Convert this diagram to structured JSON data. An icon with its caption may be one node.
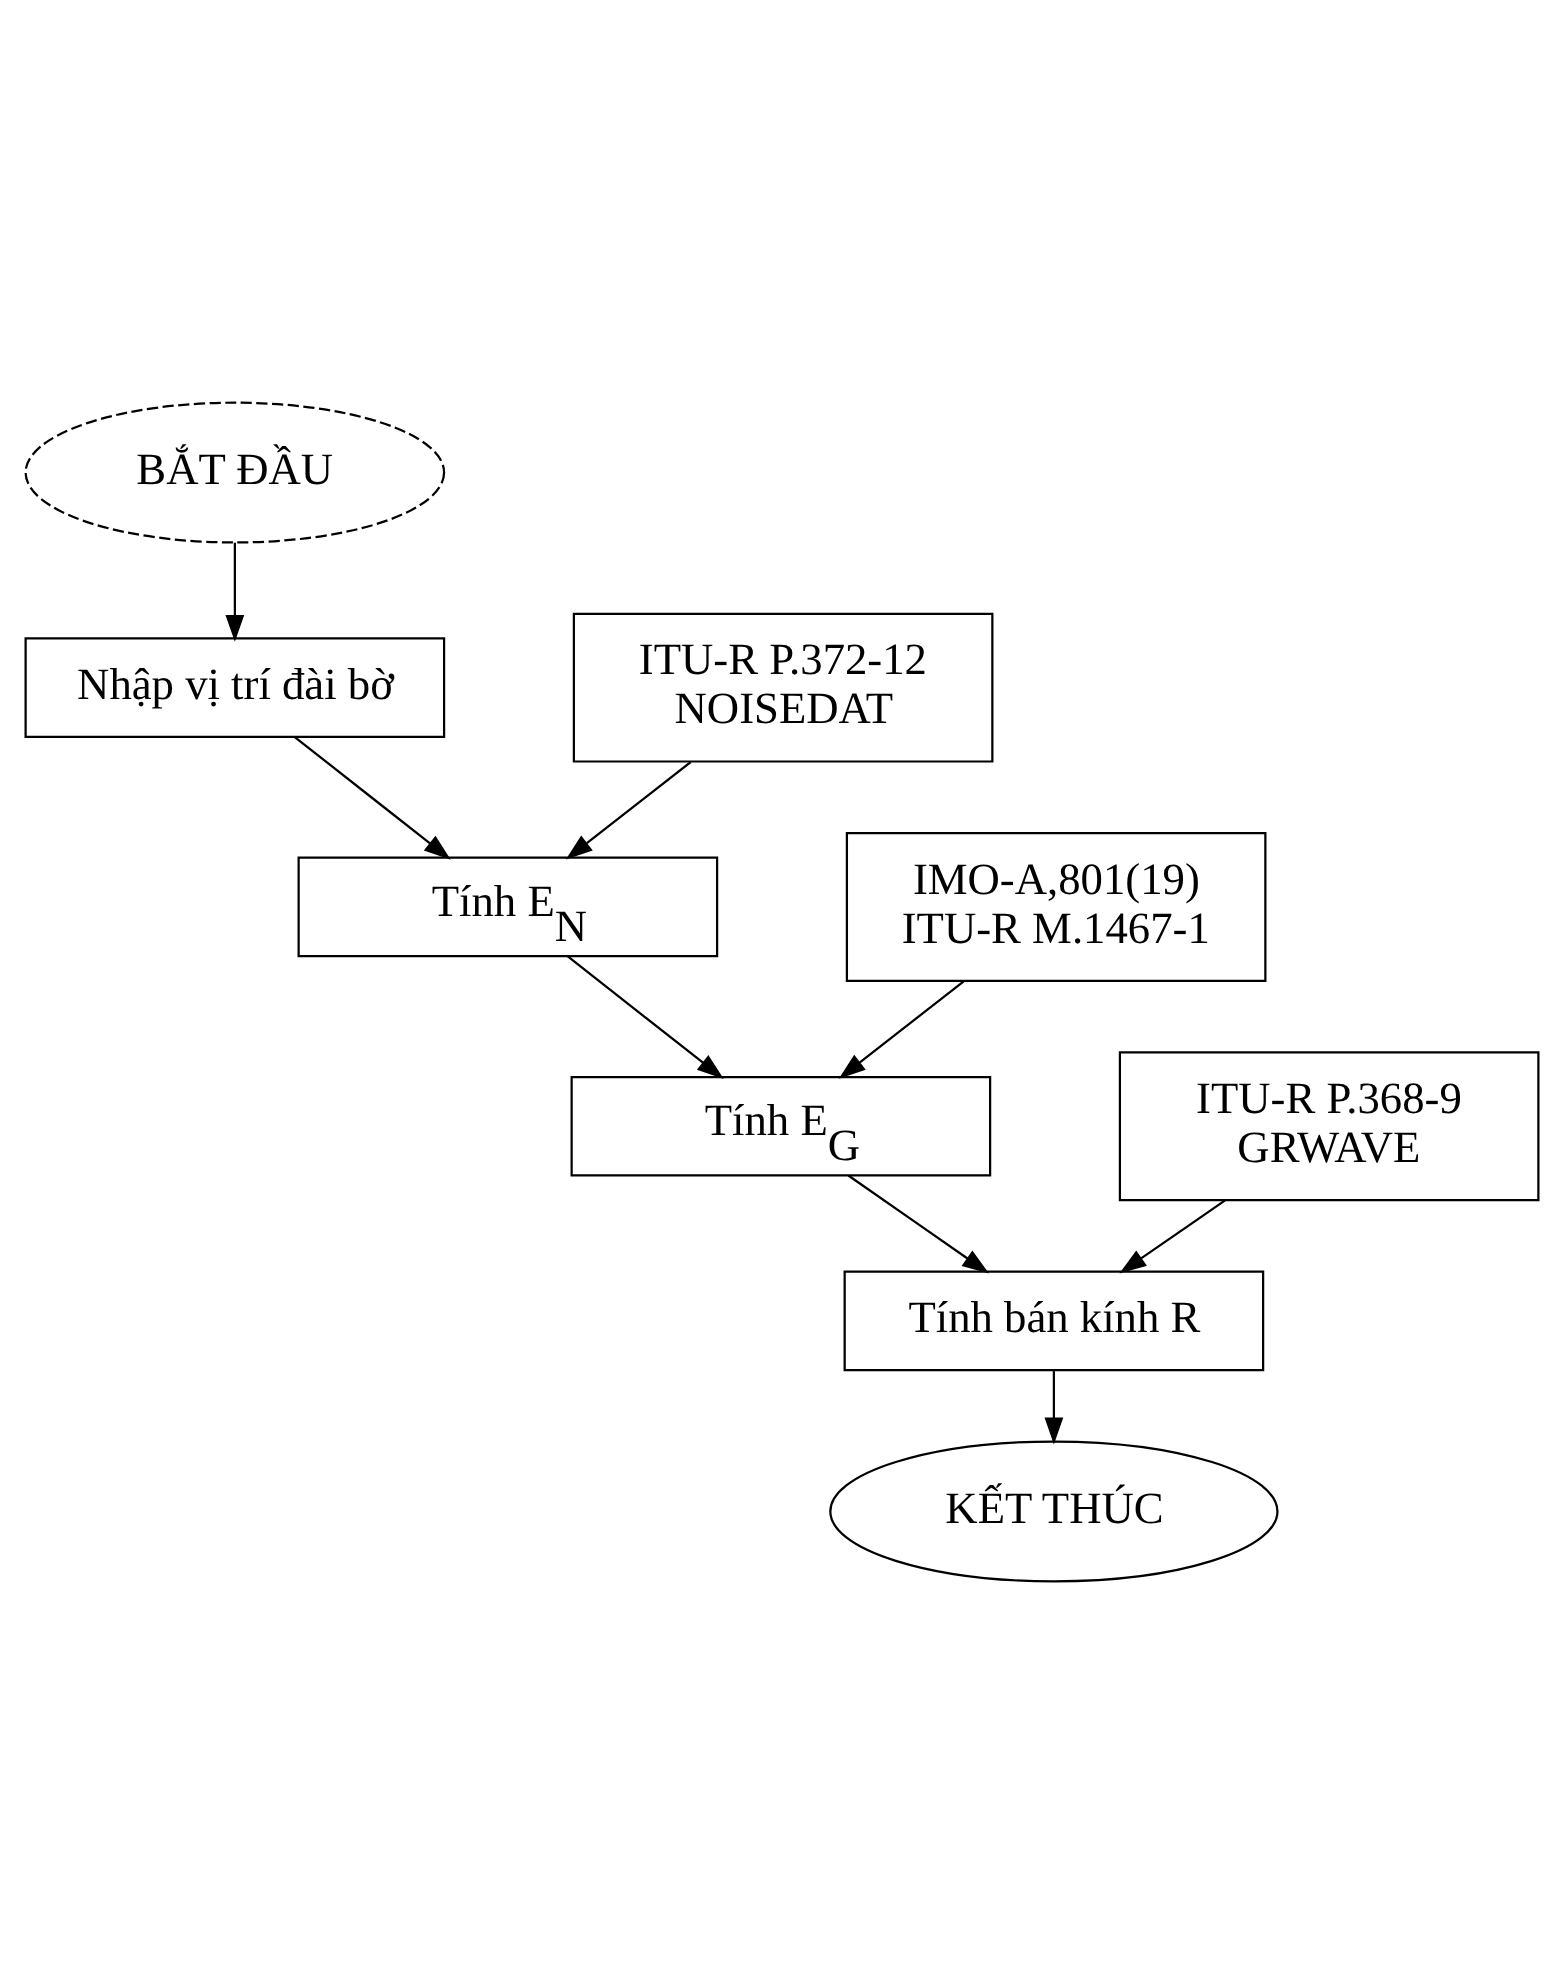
{
  "diagram": {
    "nodes": [
      {
        "text": [
          "BẮT ĐẦU"
        ]
      },
      {
        "text": [
          "Nhập vị trí đài bờ"
        ]
      },
      {
        "text": [
          "ITU-R P.372-12",
          "NOISEDAT"
        ]
      },
      {
        "text": [
          "Tính E$_{N}$"
        ]
      },
      {
        "text": [
          "IMO-A,801(19)",
          "ITU-R M.1467-1"
        ]
      },
      {
        "text": [
          "Tính E$_{G}$"
        ]
      },
      {
        "text": [
          "ITU-R P.368-9",
          "GRWAVE"
        ]
      },
      {
        "text": [
          "Tính bán kính R"
        ]
      },
      {
        "text": [
          "KẾT THÚC"
        ]
      }
    ],
    "edges": [
      {
        "from": 0,
        "to": 1,
        "arrow": "to"
      },
      {
        "from": 1,
        "to": 3,
        "arrow": "to"
      },
      {
        "from": 2,
        "to": 3,
        "arrow": "to"
      },
      {
        "from": 3,
        "to": 5,
        "arrow": "to"
      },
      {
        "from": 4,
        "to": 5,
        "arrow": "to"
      },
      {
        "from": 5,
        "to": 7,
        "arrow": "to"
      },
      {
        "from": 6,
        "to": 7,
        "arrow": "to"
      },
      {
        "from": 7,
        "to": 8,
        "arrow": "to"
      }
    ]
  }
}
